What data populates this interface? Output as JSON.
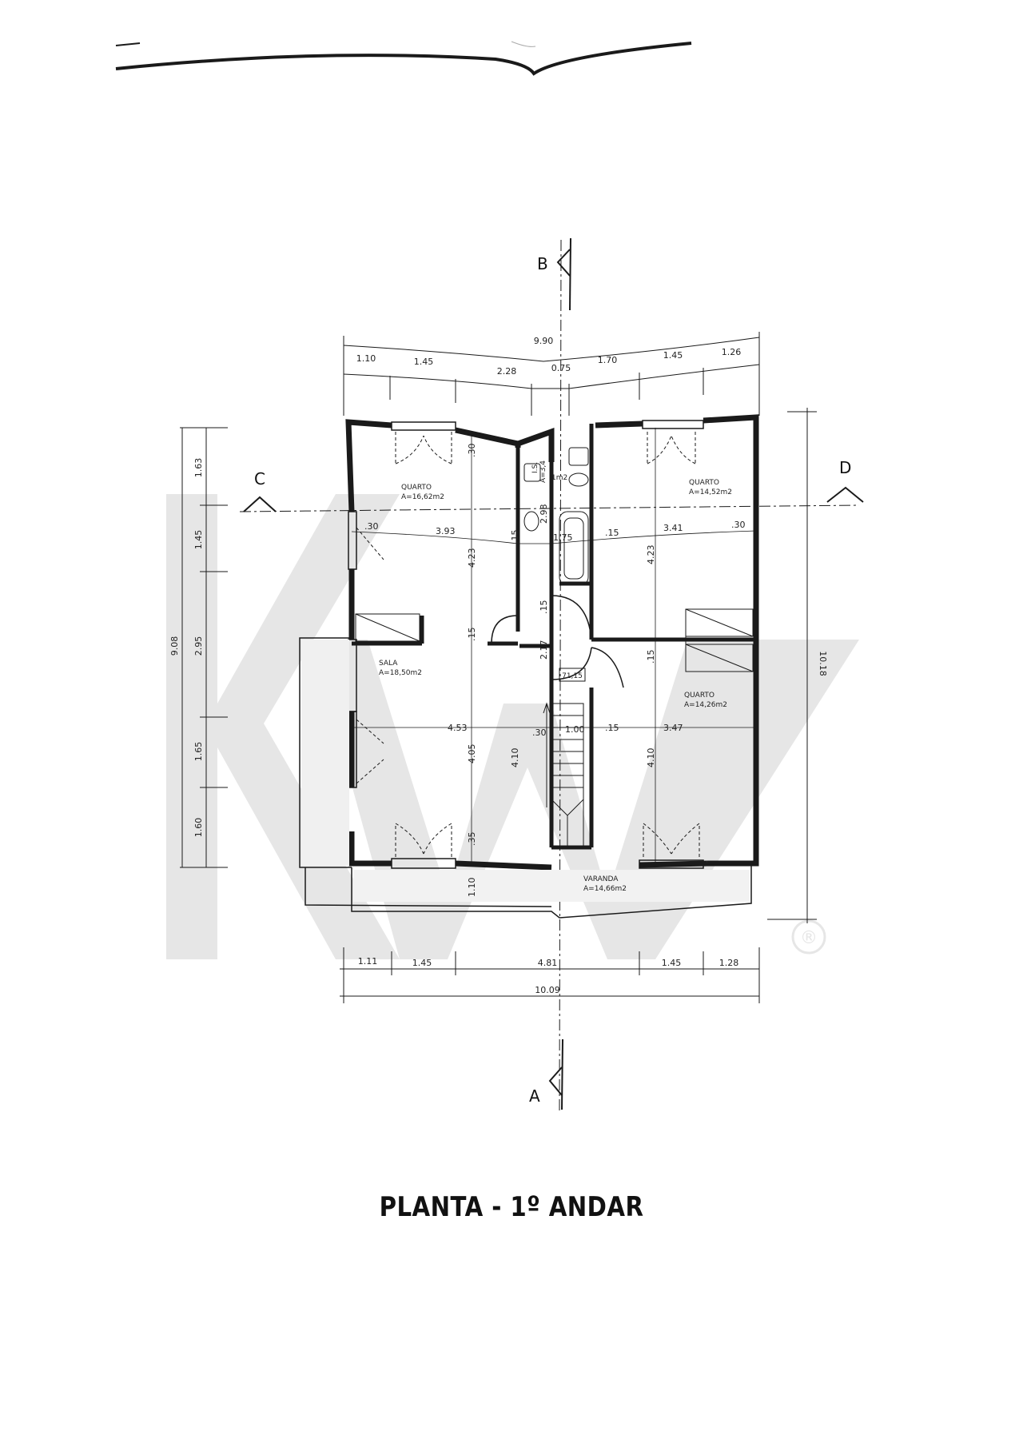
{
  "title": "PLANTA - 1º ANDAR",
  "colors": {
    "line": "#1a1a1a",
    "watermark": "#e4e4e4"
  },
  "section_marks": {
    "top": "B",
    "bottom": "A",
    "left": "C",
    "right": "D"
  },
  "rooms": {
    "quarto_1": {
      "name": "QUARTO",
      "area": "A=16,62m2"
    },
    "quarto_2": {
      "name": "QUARTO",
      "area": "A=14,52m2"
    },
    "sala": {
      "name": "SALA",
      "area": "A=18,50m2"
    },
    "quarto_3": {
      "name": "QUARTO",
      "area": "A=14,26m2"
    },
    "varanda": {
      "name": "VARANDA",
      "area": "A=14,66m2"
    },
    "is": {
      "name": "I.S.",
      "area": "A=3,4"
    },
    "is_small": "1m2",
    "total": "71,15"
  },
  "dims_top": {
    "overall": "9.90",
    "segments_upper": [
      "1.10",
      "1.45",
      "0.75",
      "1.70",
      "1.45",
      "1.26"
    ],
    "center": "2.28"
  },
  "dims_bottom": {
    "segments": [
      "1.11",
      "1.45",
      "4.81",
      "1.45",
      "1.28"
    ],
    "overall": "10.09"
  },
  "dims_left": [
    "1.63",
    "1.45",
    "2.95",
    "1.65",
    "1.60"
  ],
  "dims_left_overall": "9.08",
  "dims_right_overall": "10.18",
  "dims_interior": {
    "d30a": ".30",
    "d393": "3.93",
    "d15a": ".15",
    "d175": "1.75",
    "d15b": ".15",
    "d341": "3.41",
    "d30b": ".30",
    "d423a": "4.23",
    "d423b": "4.23",
    "d30c": ".30",
    "d298": "2.98",
    "d15c": ".15",
    "d15d": ".15",
    "d15e": ".15",
    "d217": "2.17",
    "d453": "4.53",
    "d405": "4.05",
    "d410a": "4.10",
    "d30d": ".30",
    "d100": "1.00",
    "d15f": ".15",
    "d347": "3.47",
    "d410b": "4.10",
    "d35": ".35",
    "d110": "1.10"
  },
  "watermark": {
    "text": "KW"
  }
}
